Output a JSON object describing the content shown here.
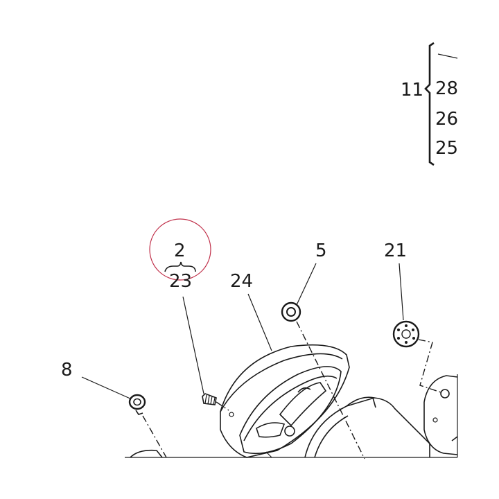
{
  "diagram": {
    "callouts": {
      "c2": "2",
      "c5": "5",
      "c8": "8",
      "c11": "11",
      "c21": "21",
      "c23": "23",
      "c24": "24",
      "c25": "25",
      "c26": "26",
      "c28": "28"
    },
    "highlight_color": "#c0304a"
  }
}
